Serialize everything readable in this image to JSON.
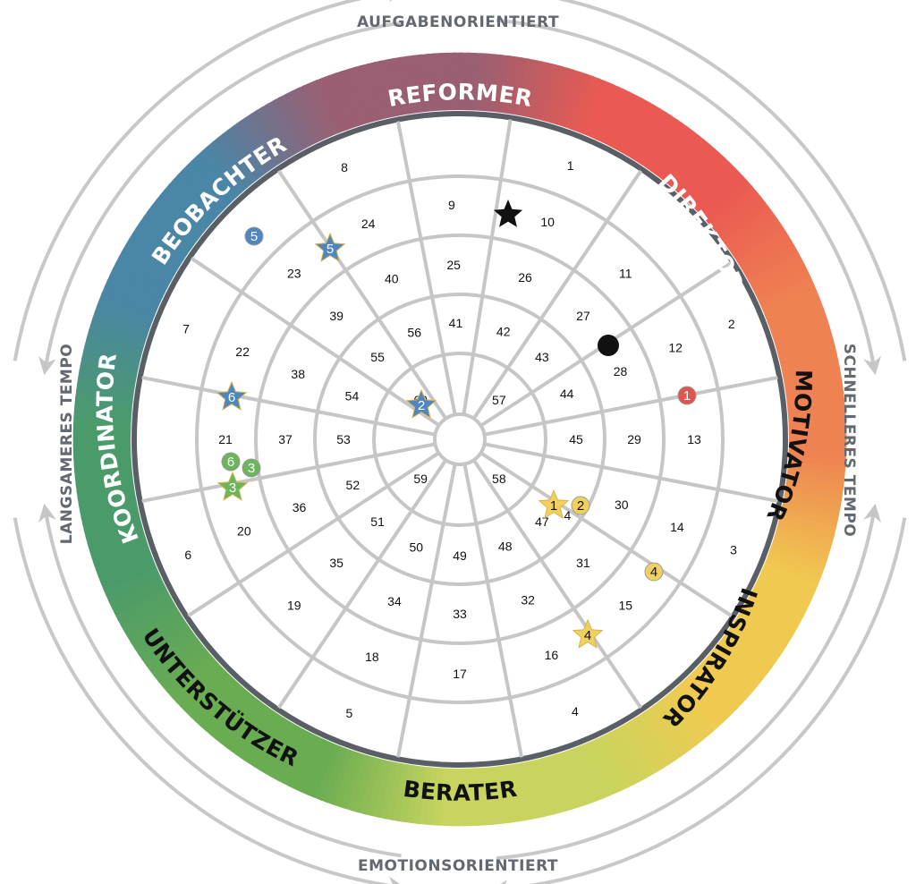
{
  "axis_labels": {
    "top": "AUFGABENORIENTIERT",
    "bottom": "EMOTIONSORIENTIERT",
    "left": "LANGSAMERES TEMPO",
    "right": "SCHNELLERES TEMPO"
  },
  "segments": [
    {
      "label": "REFORMER",
      "color": "#9a5f72",
      "text_color": "#ffffff"
    },
    {
      "label": "DIREKTOR",
      "color": "#ea5a52",
      "text_color": "#ffffff"
    },
    {
      "label": "MOTIVATOR",
      "color": "#ef8252",
      "text_color": "#111111"
    },
    {
      "label": "INSPIRATOR",
      "color": "#f0ca50",
      "text_color": "#111111"
    },
    {
      "label": "BERATER",
      "color": "#c8d45e",
      "text_color": "#111111"
    },
    {
      "label": "UNTERSTÜTZER",
      "color": "#6aac52",
      "text_color": "#111111"
    },
    {
      "label": "KOORDINATOR",
      "color": "#4b9b6a",
      "text_color": "#ffffff"
    },
    {
      "label": "BEOBACHTER",
      "color": "#4a86a6",
      "text_color": "#ffffff"
    }
  ],
  "cell_numbers": {
    "ring1": [
      "1",
      "2",
      "3",
      "4",
      "5",
      "6",
      "7",
      "8"
    ],
    "ring2": [
      "10",
      "11",
      "12",
      "13",
      "14",
      "15",
      "16",
      "17",
      "18",
      "19",
      "20",
      "21",
      "22",
      "23",
      "24",
      "9"
    ],
    "ring3": [
      "26",
      "27",
      "28",
      "29",
      "30",
      "31",
      "32",
      "33",
      "34",
      "35",
      "36",
      "37",
      "38",
      "39",
      "40",
      "25"
    ],
    "ring4": [
      "42",
      "43",
      "44",
      "45",
      "47",
      "48",
      "49",
      "50",
      "51",
      "52",
      "53",
      "54",
      "55",
      "56",
      "41"
    ],
    "ring5": [
      "57",
      "58",
      "59",
      "60"
    ]
  },
  "markers": [
    {
      "shape": "star",
      "label": "",
      "color": "#111111"
    },
    {
      "shape": "dot",
      "label": "",
      "color": "#111111"
    },
    {
      "shape": "circle",
      "label": "1",
      "color": "#e05550"
    },
    {
      "shape": "star",
      "label": "1",
      "color": "#f2d060"
    },
    {
      "shape": "circle",
      "label": "2",
      "color": "#f2d060"
    },
    {
      "shape": "circle",
      "label": "4",
      "color": "#f2d060"
    },
    {
      "shape": "star",
      "label": "4",
      "color": "#f2d060"
    },
    {
      "shape": "star",
      "label": "2",
      "color": "#4f86c0"
    },
    {
      "shape": "star",
      "label": "5",
      "color": "#4f86c0"
    },
    {
      "shape": "circle",
      "label": "5",
      "color": "#4f86c0"
    },
    {
      "shape": "star",
      "label": "6",
      "color": "#4f86c0"
    },
    {
      "shape": "circle",
      "label": "6",
      "color": "#6bb55c"
    },
    {
      "shape": "circle",
      "label": "3",
      "color": "#6bb55c"
    },
    {
      "shape": "star",
      "label": "3",
      "color": "#6bb55c"
    }
  ],
  "extra_text": {
    "cell_46_fragment": "4"
  }
}
